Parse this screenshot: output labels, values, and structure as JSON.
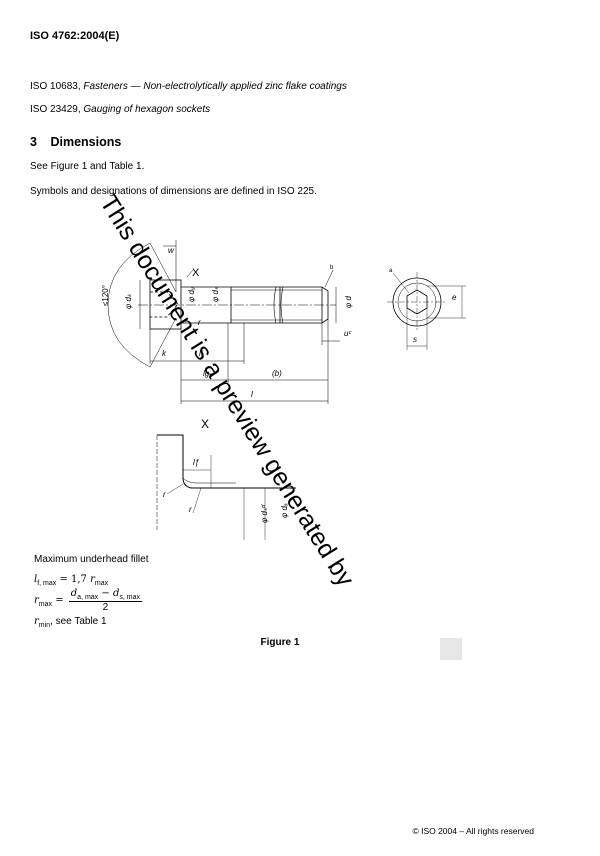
{
  "header": {
    "doc_id": "ISO 4762:2004(E)"
  },
  "references": [
    {
      "code": "ISO 10683,",
      "title": "Fasteners — Non-electrolytically applied zinc flake coatings"
    },
    {
      "code": "ISO 23429,",
      "title": "Gauging of hexagon sockets"
    }
  ],
  "section": {
    "number": "3",
    "title": "Dimensions"
  },
  "paragraphs": [
    "See Figure 1 and Table 1.",
    "Symbols and designations of dimensions are defined in ISO 225."
  ],
  "figure": {
    "labels": {
      "angle": "≤120°",
      "w": "w",
      "dk": "φ dₖ",
      "dw": "φ dᵤ",
      "ds": "φ dₛ",
      "r": "r",
      "k": "k",
      "ls": "lₛ",
      "lg": "lg",
      "b": "(b)",
      "l": "l",
      "d": "φ d",
      "uc": "uᶜ",
      "a": "a",
      "b_mark": "b",
      "e": "e",
      "s": "s",
      "x_top": "X",
      "x_detail": "X",
      "lf": "lƒ",
      "r1": "r",
      "r2": "r",
      "ds_d": "φ dₛᵈ",
      "da": "φ dₐ"
    }
  },
  "note": {
    "title": "Maximum underhead fillet",
    "line1": {
      "lhs": "l",
      "lhs_sub": "f, max",
      "eq": " = 1,7 ",
      "rhs": "r",
      "rhs_sub": "max"
    },
    "line2": {
      "lhs": "r",
      "lhs_sub": "max",
      "eq": " = ",
      "num_a": "d",
      "num_a_sub": "a, max",
      "minus": " − ",
      "num_b": "d",
      "num_b_sub": "s, max",
      "den": "2"
    },
    "line3": {
      "lhs": "r",
      "lhs_sub": "min",
      "text": ", see Table 1"
    }
  },
  "caption": "Figure 1",
  "watermark": "This document is a preview generated by",
  "footer": "© ISO 2004 – All rights reserved"
}
